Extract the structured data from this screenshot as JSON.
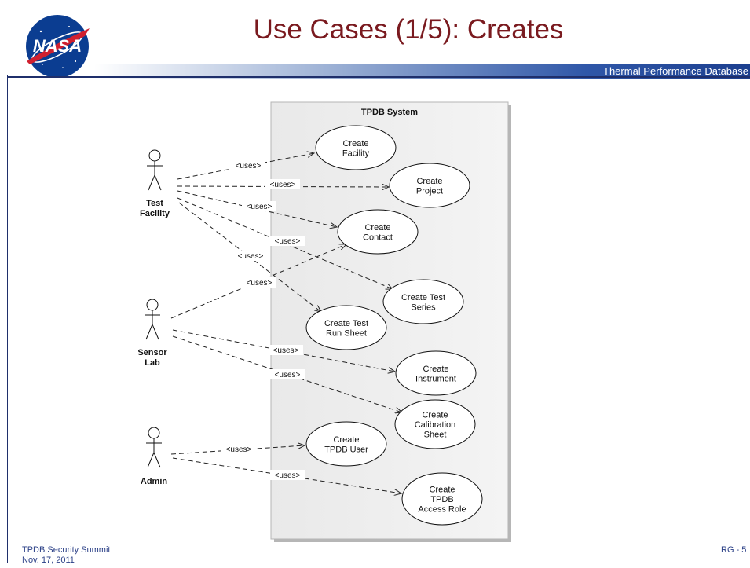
{
  "header": {
    "title": "Use Cases (1/5): Creates",
    "banner_text": "Thermal Performance Database",
    "logo_text": "NASA"
  },
  "diagram": {
    "system_title": "TPDB System",
    "relation_label": "<uses>",
    "actors": [
      {
        "id": "test_facility",
        "lines": [
          "Test",
          "Facility"
        ]
      },
      {
        "id": "sensor_lab",
        "lines": [
          "Sensor",
          "Lab"
        ]
      },
      {
        "id": "admin",
        "lines": [
          "Admin"
        ]
      }
    ],
    "use_cases": [
      {
        "id": "create_facility",
        "lines": [
          "Create",
          "Facility"
        ]
      },
      {
        "id": "create_project",
        "lines": [
          "Create",
          "Project"
        ]
      },
      {
        "id": "create_contact",
        "lines": [
          "Create",
          "Contact"
        ]
      },
      {
        "id": "create_test_series",
        "lines": [
          "Create Test",
          "Series"
        ]
      },
      {
        "id": "create_test_run_sheet",
        "lines": [
          "Create Test",
          "Run Sheet"
        ]
      },
      {
        "id": "create_instrument",
        "lines": [
          "Create",
          "Instrument"
        ]
      },
      {
        "id": "create_calibration_sheet",
        "lines": [
          "Create",
          "Calibration",
          "Sheet"
        ]
      },
      {
        "id": "create_tpdb_user",
        "lines": [
          "Create",
          "TPDB User"
        ]
      },
      {
        "id": "create_tpdb_access_role",
        "lines": [
          "Create",
          "TPDB",
          "Access Role"
        ]
      }
    ],
    "relations": [
      {
        "from": "test_facility",
        "to": "create_facility"
      },
      {
        "from": "test_facility",
        "to": "create_project"
      },
      {
        "from": "test_facility",
        "to": "create_contact"
      },
      {
        "from": "test_facility",
        "to": "create_test_series"
      },
      {
        "from": "test_facility",
        "to": "create_test_run_sheet"
      },
      {
        "from": "sensor_lab",
        "to": "create_contact"
      },
      {
        "from": "sensor_lab",
        "to": "create_instrument"
      },
      {
        "from": "sensor_lab",
        "to": "create_calibration_sheet"
      },
      {
        "from": "admin",
        "to": "create_tpdb_user"
      },
      {
        "from": "admin",
        "to": "create_tpdb_access_role"
      }
    ]
  },
  "footer": {
    "event": "TPDB Security Summit",
    "date": "Nov. 17, 2011",
    "page": "RG - 5"
  }
}
